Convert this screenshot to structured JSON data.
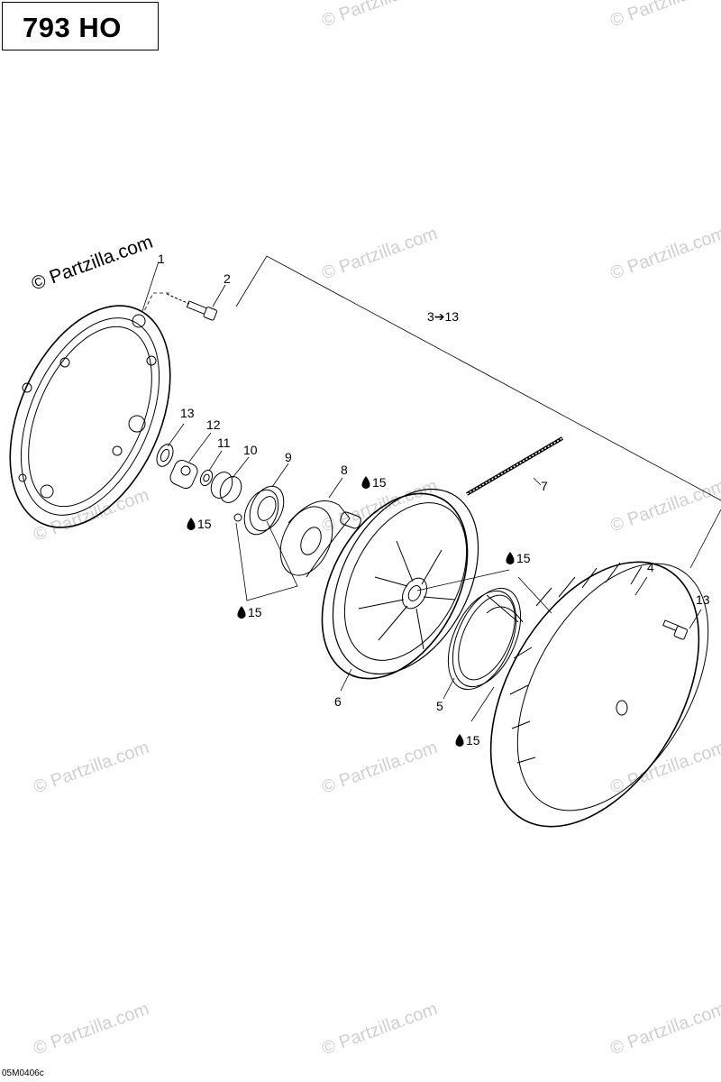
{
  "header": {
    "model": "793 HO"
  },
  "footer": {
    "doc_code": "05M0406c"
  },
  "watermark": {
    "main": "© Partzilla.com",
    "faint": "© Partzilla.com"
  },
  "callouts": {
    "c1": "1",
    "c2": "2",
    "c3": "3➔13",
    "c4": "4",
    "c5": "5",
    "c6": "6",
    "c7": "7",
    "c8": "8",
    "c9": "9",
    "c10": "10",
    "c11": "11",
    "c12": "12",
    "c13a": "13",
    "c13b": "13",
    "lube_a": "15",
    "lube_b": "15",
    "lube_c": "15",
    "lube_d": "15",
    "lube_e": "15"
  },
  "colors": {
    "line": "#000000",
    "watermark": "#d0d0d0"
  }
}
